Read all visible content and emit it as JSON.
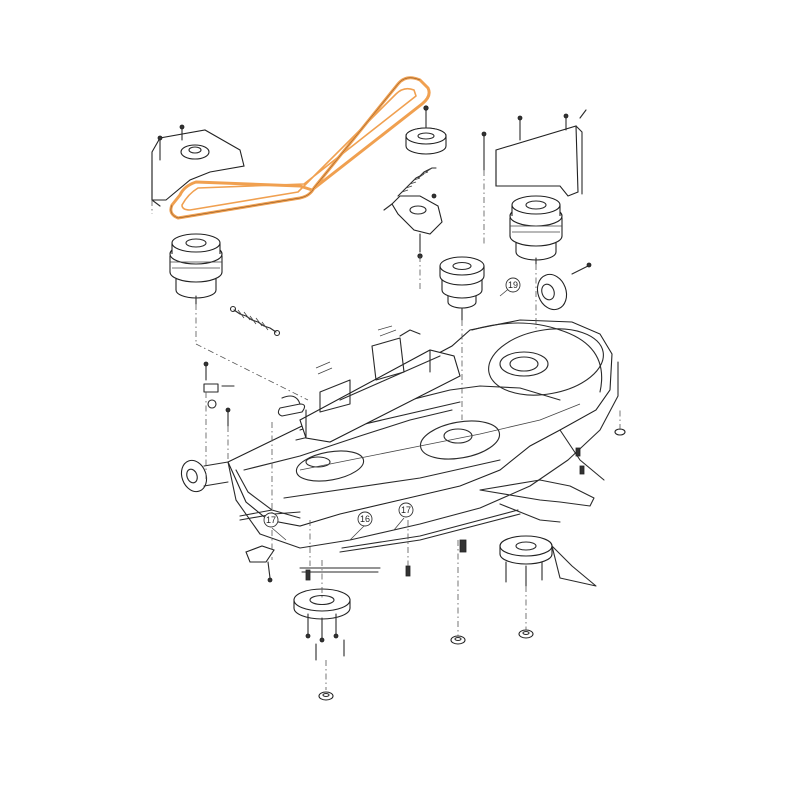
{
  "diagram": {
    "belt_color": "#f0a050",
    "callouts": [
      {
        "id": "c19",
        "label": "19"
      },
      {
        "id": "c17a",
        "label": "17"
      },
      {
        "id": "c16",
        "label": "16"
      },
      {
        "id": "c17b",
        "label": "17"
      }
    ]
  }
}
